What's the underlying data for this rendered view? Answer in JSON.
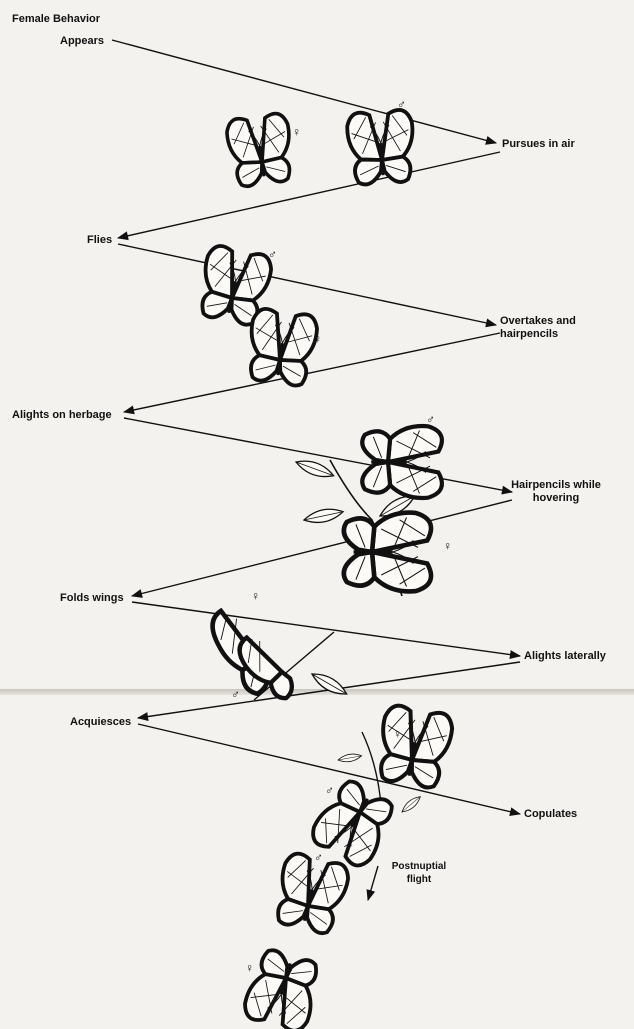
{
  "title": "Female Behavior",
  "female_behaviors": [
    "Appears",
    "Flies",
    "Alights on herbage",
    "Folds wings",
    "Acquiesces"
  ],
  "male_behaviors": [
    "Pursues in air",
    "Overtakes and hairpencils",
    "Hairpencils while hovering",
    "Alights laterally",
    "Copulates"
  ],
  "postnuptial_label": "Postnuptial flight",
  "symbols": {
    "male": "♂",
    "female": "♀"
  },
  "colors": {
    "ink": "#111111",
    "paper": "#f4f2ee",
    "wing": "#fbfaf6"
  }
}
